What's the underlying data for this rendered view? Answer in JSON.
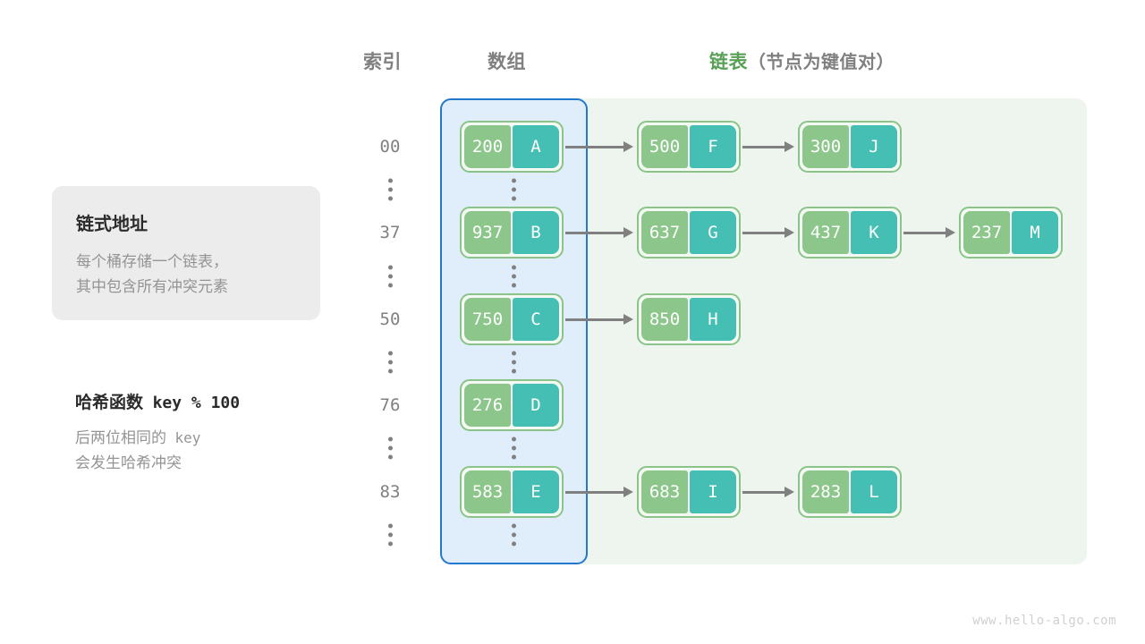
{
  "headers": {
    "index": "索引",
    "array": "数组",
    "list_main": "链表",
    "list_sub": "（节点为键值对）"
  },
  "colors": {
    "array_region_fill": "#dfeefa",
    "array_region_border": "#2279cc",
    "list_region_fill": "#eef5ee",
    "node_key": "#8cc68a",
    "node_value": "#45bfb4",
    "node_border": "#8bc489",
    "arrow": "#808080",
    "accent_green": "#58a055",
    "muted_text": "#808080",
    "card_bg": "#ececec"
  },
  "info_card": {
    "title": "链式地址",
    "line1": "每个桶存储一个链表，",
    "line2": "其中包含所有冲突元素"
  },
  "hash_block": {
    "title_label": "哈希函数",
    "title_expr": "key % 100",
    "line1_a": "后两位相同的",
    "line1_b": "key",
    "line2": "会发生哈希冲突"
  },
  "buckets": [
    {
      "index": "00",
      "nodes": [
        {
          "key": "200",
          "value": "A"
        },
        {
          "key": "500",
          "value": "F"
        },
        {
          "key": "300",
          "value": "J"
        }
      ]
    },
    {
      "index": "37",
      "nodes": [
        {
          "key": "937",
          "value": "B"
        },
        {
          "key": "637",
          "value": "G"
        },
        {
          "key": "437",
          "value": "K"
        },
        {
          "key": "237",
          "value": "M"
        }
      ]
    },
    {
      "index": "50",
      "nodes": [
        {
          "key": "750",
          "value": "C"
        },
        {
          "key": "850",
          "value": "H"
        }
      ]
    },
    {
      "index": "76",
      "nodes": [
        {
          "key": "276",
          "value": "D"
        }
      ]
    },
    {
      "index": "83",
      "nodes": [
        {
          "key": "583",
          "value": "E"
        },
        {
          "key": "683",
          "value": "I"
        },
        {
          "key": "283",
          "value": "L"
        }
      ]
    }
  ],
  "ellipsis_rows": 6,
  "watermark": "www.hello-algo.com"
}
